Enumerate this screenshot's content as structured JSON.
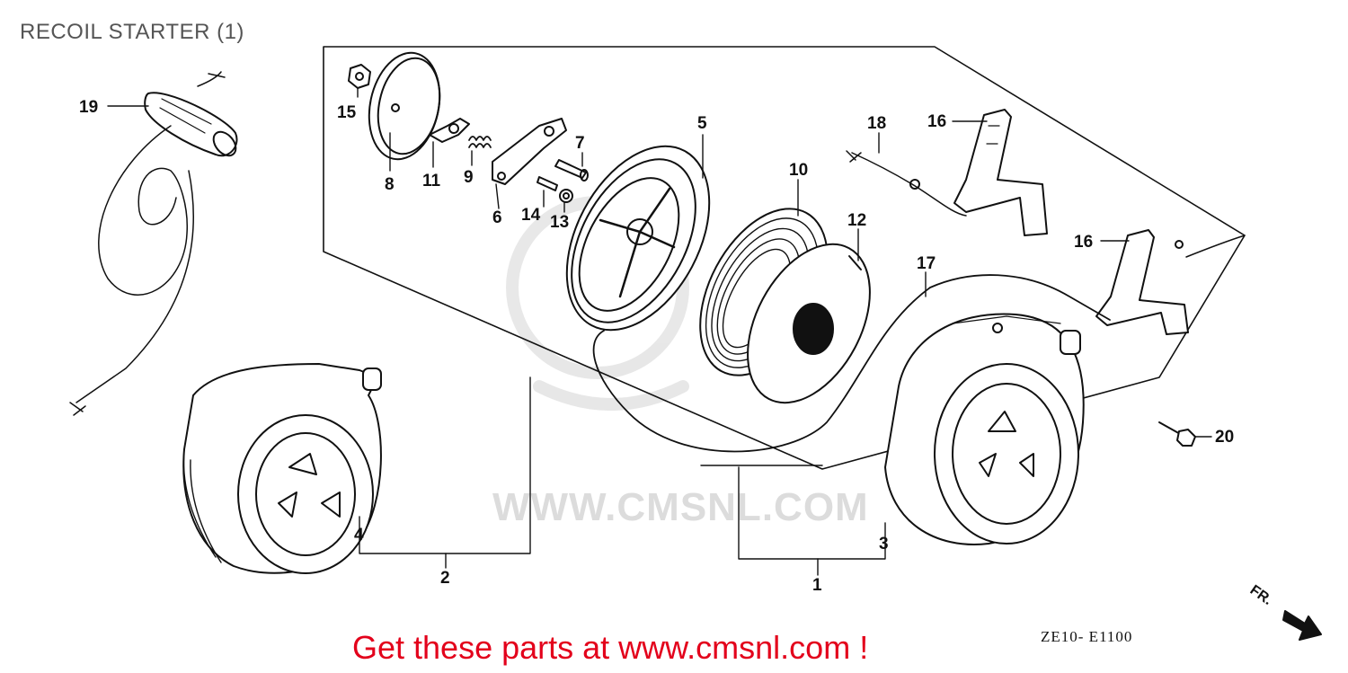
{
  "title": "RECOIL STARTER (1)",
  "watermark": "WWW.CMSNL.COM",
  "footer_text": "Get these parts at www.cmsnl.com !",
  "diagram_code": "ZE10- E1100",
  "direction_label": "FR.",
  "colors": {
    "footer": "#e3001b",
    "line": "#111111",
    "watermark": "#dcdcdc"
  },
  "part_labels": {
    "p1": "1",
    "p2": "2",
    "p3": "3",
    "p4": "4",
    "p5": "5",
    "p6": "6",
    "p7": "7",
    "p8": "8",
    "p9": "9",
    "p10": "10",
    "p11": "11",
    "p12": "12",
    "p13": "13",
    "p14": "14",
    "p15": "15",
    "p16a": "16",
    "p16b": "16",
    "p17": "17",
    "p18": "18",
    "p19": "19",
    "p20": "20"
  }
}
